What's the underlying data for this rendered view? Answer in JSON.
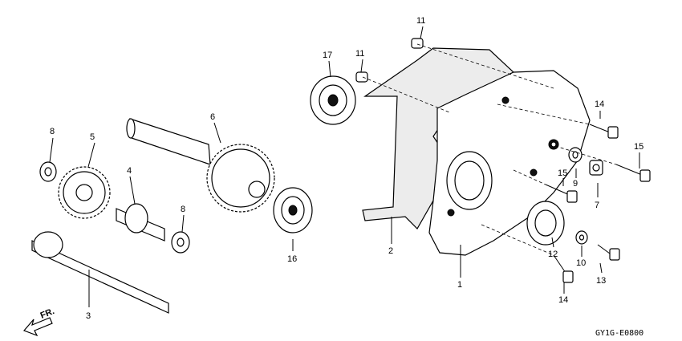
{
  "diagram_code": "GY1G-E0800",
  "front_arrow_label": "FR.",
  "callouts": {
    "c1": "1",
    "c2": "2",
    "c3": "3",
    "c4": "4",
    "c5": "5",
    "c6": "6",
    "c7": "7",
    "c8a": "8",
    "c8b": "8",
    "c9": "9",
    "c10": "10",
    "c11a": "11",
    "c11b": "11",
    "c12": "12",
    "c13": "13",
    "c14a": "14",
    "c14b": "14",
    "c15a": "15",
    "c15b": "15",
    "c16": "16",
    "c17": "17"
  },
  "colors": {
    "line": "#000000",
    "background": "#ffffff",
    "gasket_fill": "#ececec"
  }
}
